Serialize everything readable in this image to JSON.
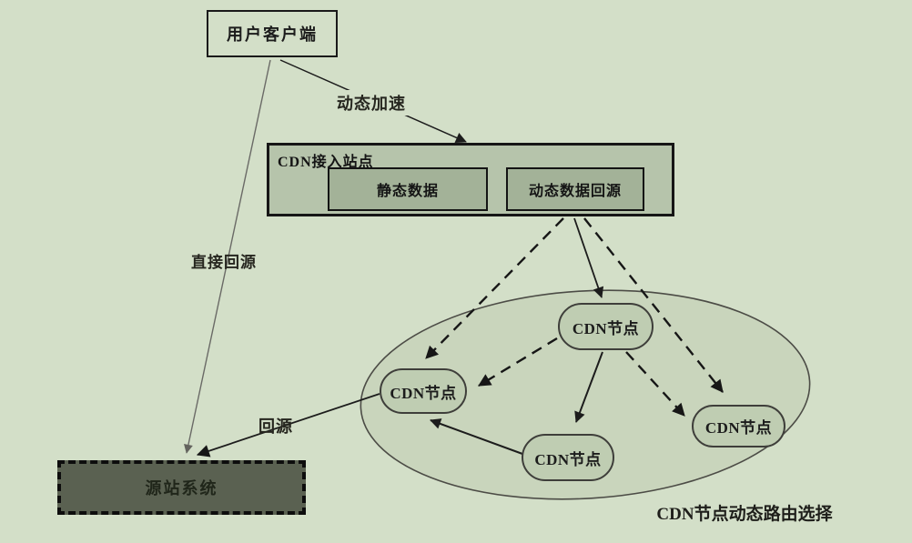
{
  "diagram": {
    "user_client": "用户客户端",
    "cdn_access_site": "CDN接入站点",
    "static_data": "静态数据",
    "dynamic_data_back_to_origin": "动态数据回源",
    "origin_system": "源站系统",
    "cdn_nodes": [
      "CDN节点",
      "CDN节点",
      "CDN节点",
      "CDN节点"
    ],
    "ellipse_caption": "CDN节点动态路由选择",
    "edge_labels": {
      "dynamic_acceleration": "动态加速",
      "direct_back_to_origin": "直接回源",
      "back_to_origin": "回源"
    },
    "colors": {
      "background": "#d3dfc8",
      "access_box_fill": "#b6c4ab",
      "inner_box_fill": "#a3b298",
      "ellipse_fill": "#c9d5bc",
      "node_fill": "#bfcdb2",
      "origin_box_fill": "#5a6151",
      "line_color": "#1c1c1c",
      "gray_line_color": "#6a6a66"
    }
  }
}
